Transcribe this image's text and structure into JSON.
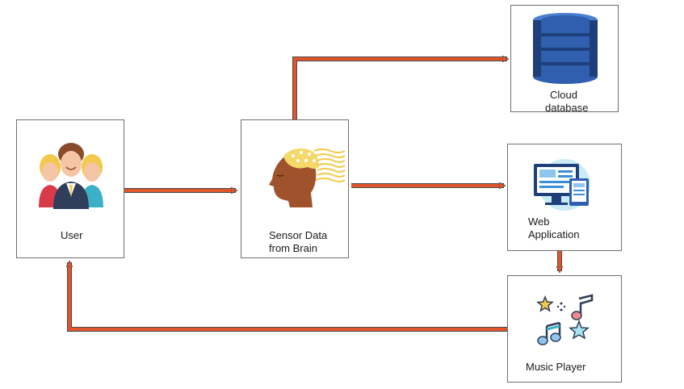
{
  "nodes": {
    "user": {
      "label": "User"
    },
    "sensor": {
      "line1": "Sensor Data",
      "line2": "from Brain"
    },
    "cloud": {
      "line1": "Cloud",
      "line2": "database"
    },
    "web": {
      "line1": "Web",
      "line2": "Application"
    },
    "music": {
      "label": "Music Player"
    }
  },
  "edges": [
    {
      "from": "user",
      "to": "sensor"
    },
    {
      "from": "sensor",
      "to": "cloud"
    },
    {
      "from": "sensor",
      "to": "web"
    },
    {
      "from": "web",
      "to": "music"
    },
    {
      "from": "music",
      "to": "user"
    }
  ],
  "colors": {
    "arrow_fill": "#e0552c",
    "arrow_edge": "#4a4a4a",
    "db_blue": "#2f5fae",
    "db_dark": "#1f3f7a"
  },
  "icons": {
    "user": "people-group-icon",
    "sensor": "head-sensor-icon",
    "cloud": "database-icon",
    "web": "web-app-devices-icon",
    "music": "music-notes-icon"
  }
}
